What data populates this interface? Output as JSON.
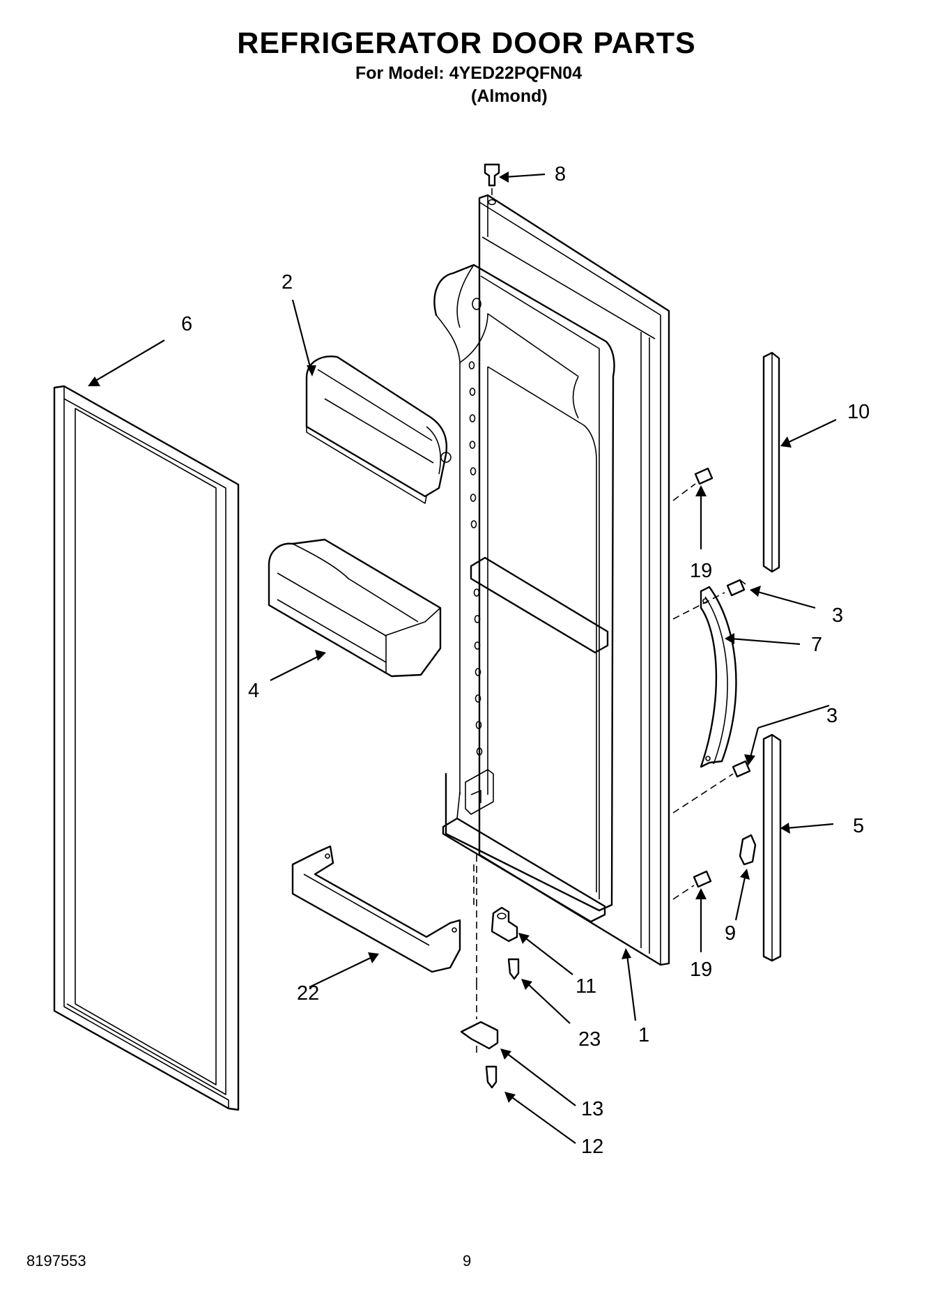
{
  "header": {
    "title": "REFRIGERATOR DOOR PARTS",
    "model_line": "For Model: 4YED22PQFN04",
    "color_line": "(Almond)"
  },
  "footer": {
    "doc_number": "8197553",
    "page_number": "9"
  },
  "callouts": {
    "c1": "1",
    "c2": "2",
    "c3a": "3",
    "c3b": "3",
    "c4": "4",
    "c5": "5",
    "c6": "6",
    "c7": "7",
    "c8": "8",
    "c9": "9",
    "c10": "10",
    "c11": "11",
    "c12": "12",
    "c13": "13",
    "c19a": "19",
    "c19b": "19",
    "c22": "22",
    "c23": "23"
  }
}
